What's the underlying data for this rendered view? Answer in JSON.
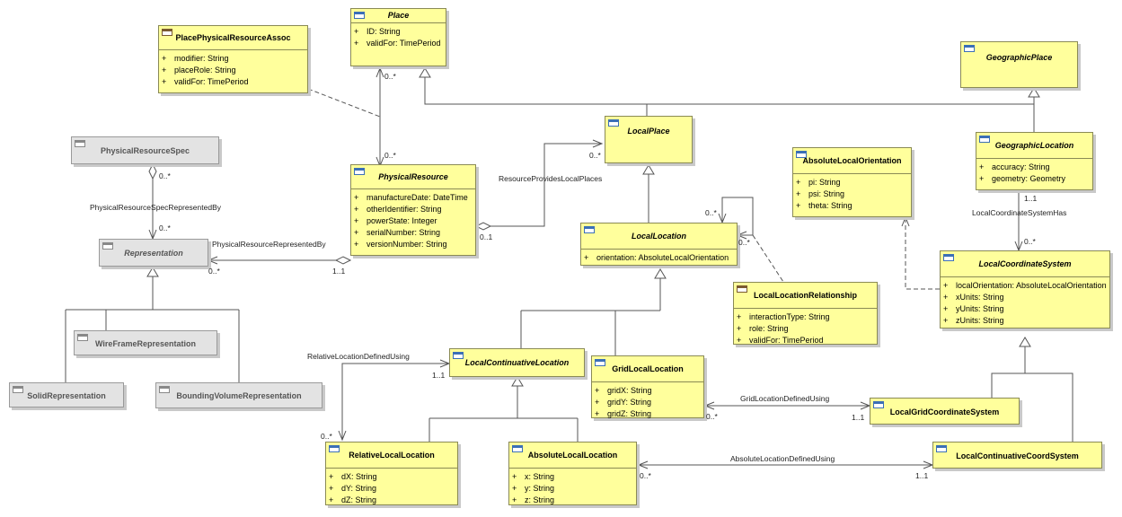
{
  "classes": {
    "place": {
      "name": "Place",
      "attributes": [
        {
          "vis": "+",
          "text": "ID: String"
        },
        {
          "vis": "+",
          "text": "validFor: TimePeriod"
        }
      ]
    },
    "place_physical_resource_assoc": {
      "name": "PlacePhysicalResourceAssoc",
      "attributes": [
        {
          "vis": "+",
          "text": "modifier: String"
        },
        {
          "vis": "+",
          "text": "placeRole: String"
        },
        {
          "vis": "+",
          "text": "validFor: TimePeriod"
        }
      ]
    },
    "geographic_place": {
      "name": "GeographicPlace"
    },
    "physical_resource_spec": {
      "name": "PhysicalResourceSpec"
    },
    "local_place": {
      "name": "LocalPlace"
    },
    "physical_resource": {
      "name": "PhysicalResource",
      "attributes": [
        {
          "vis": "+",
          "text": "manufactureDate: DateTime"
        },
        {
          "vis": "+",
          "text": "otherIdentifier: String"
        },
        {
          "vis": "+",
          "text": "powerState: Integer"
        },
        {
          "vis": "+",
          "text": "serialNumber: String"
        },
        {
          "vis": "+",
          "text": "versionNumber: String"
        }
      ]
    },
    "absolute_local_orientation": {
      "name": "AbsoluteLocalOrientation",
      "attributes": [
        {
          "vis": "+",
          "text": "pi: String"
        },
        {
          "vis": "+",
          "text": "psi: String"
        },
        {
          "vis": "+",
          "text": "theta: String"
        }
      ]
    },
    "geographic_location": {
      "name": "GeographicLocation",
      "attributes": [
        {
          "vis": "+",
          "text": "accuracy: String"
        },
        {
          "vis": "+",
          "text": "geometry: Geometry"
        }
      ]
    },
    "representation": {
      "name": "Representation"
    },
    "local_location": {
      "name": "LocalLocation",
      "attributes": [
        {
          "vis": "+",
          "text": "orientation: AbsoluteLocalOrientation"
        }
      ]
    },
    "local_coordinate_system": {
      "name": "LocalCoordinateSystem",
      "attributes": [
        {
          "vis": "+",
          "text": "localOrientation: AbsoluteLocalOrientation"
        },
        {
          "vis": "+",
          "text": "xUnits: String"
        },
        {
          "vis": "+",
          "text": "yUnits: String"
        },
        {
          "vis": "+",
          "text": "zUnits: String"
        }
      ]
    },
    "local_location_relationship": {
      "name": "LocalLocationRelationship",
      "attributes": [
        {
          "vis": "+",
          "text": "interactionType: String"
        },
        {
          "vis": "+",
          "text": "role: String"
        },
        {
          "vis": "+",
          "text": "validFor: TimePeriod"
        }
      ]
    },
    "wireframe_representation": {
      "name": "WireFrameRepresentation"
    },
    "solid_representation": {
      "name": "SolidRepresentation"
    },
    "bounding_volume_representation": {
      "name": "BoundingVolumeRepresentation"
    },
    "local_continuative_location": {
      "name": "LocalContinuativeLocation"
    },
    "grid_local_location": {
      "name": "GridLocalLocation",
      "attributes": [
        {
          "vis": "+",
          "text": "gridX: String"
        },
        {
          "vis": "+",
          "text": "gridY: String"
        },
        {
          "vis": "+",
          "text": "gridZ: String"
        }
      ]
    },
    "local_grid_coordinate_system": {
      "name": "LocalGridCoordinateSystem"
    },
    "relative_local_location": {
      "name": "RelativeLocalLocation",
      "attributes": [
        {
          "vis": "+",
          "text": "dX: String"
        },
        {
          "vis": "+",
          "text": "dY: String"
        },
        {
          "vis": "+",
          "text": "dZ: String"
        }
      ]
    },
    "absolute_local_location": {
      "name": "AbsoluteLocalLocation",
      "attributes": [
        {
          "vis": "+",
          "text": "x: String"
        },
        {
          "vis": "+",
          "text": "y: String"
        },
        {
          "vis": "+",
          "text": "z: String"
        }
      ]
    },
    "local_continuative_coord_system": {
      "name": "LocalContinuativeCoordSystem"
    }
  },
  "associations": {
    "resource_provides_local_places": "ResourceProvidesLocalPlaces",
    "physical_resource_spec_represented_by": "PhysicalResourceSpecRepresentedBy",
    "physical_resource_represented_by": "PhysicalResourceRepresentedBy",
    "local_coordinate_system_has": "LocalCoordinateSystemHas",
    "relative_location_defined_using": "RelativeLocationDefinedUsing",
    "grid_location_defined_using": "GridLocationDefinedUsing",
    "absolute_location_defined_using": "AbsoluteLocationDefinedUsing"
  },
  "multiplicities": {
    "place_to_resource_top": "0..*",
    "place_to_resource_bottom": "0..*",
    "spec_top": "0..*",
    "spec_bottom": "0..*",
    "local_place_end": "0..*",
    "resource_provides_end": "0..1",
    "representation_end": "0..*",
    "resource_represented_end": "1..1",
    "local_location_self_a": "0..*",
    "local_location_self_b": "0..*",
    "geo_location_end": "1..1",
    "coordinate_system_end": "0..*",
    "continuative_end": "1..1",
    "relative_end": "0..*",
    "grid_location_end": "0..*",
    "grid_coord_end": "1..1",
    "absolute_end": "0..*",
    "continuative_coord_end": "1..1"
  }
}
